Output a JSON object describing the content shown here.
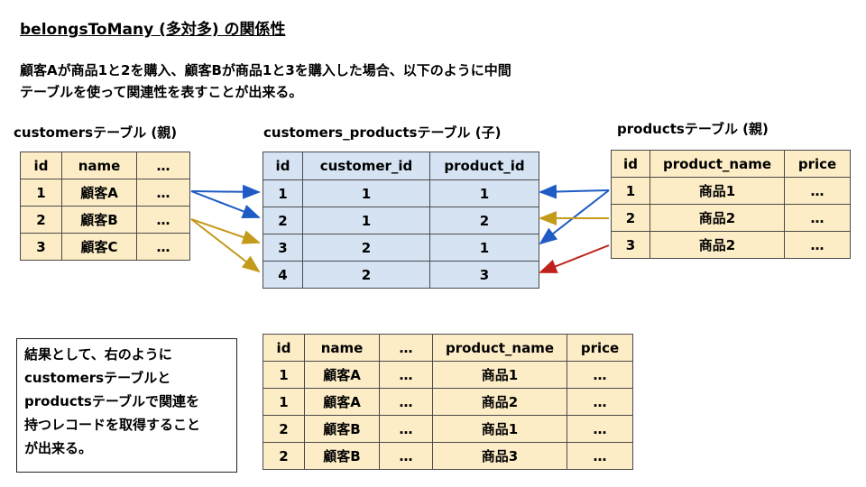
{
  "title": "belongsToMany (多対多) の関係性",
  "description": [
    "顧客Aが商品1と2を購入、顧客Bが商品1と3を購入した場合、以下のように中間",
    "テーブルを使って関連性を表すことが出来る。"
  ],
  "customers": {
    "label": "customersテーブル (親)",
    "headers": [
      "id",
      "name",
      "…"
    ],
    "rows": [
      [
        "1",
        "顧客A",
        "…"
      ],
      [
        "2",
        "顧客B",
        "…"
      ],
      [
        "3",
        "顧客C",
        "…"
      ]
    ]
  },
  "pivot": {
    "label": "customers_productsテーブル (子)",
    "headers": [
      "id",
      "customer_id",
      "product_id"
    ],
    "rows": [
      [
        "1",
        "1",
        "1"
      ],
      [
        "2",
        "1",
        "2"
      ],
      [
        "3",
        "2",
        "1"
      ],
      [
        "4",
        "2",
        "3"
      ]
    ]
  },
  "products": {
    "label": "productsテーブル (親)",
    "headers": [
      "id",
      "product_name",
      "price"
    ],
    "rows": [
      [
        "1",
        "商品1",
        "…"
      ],
      [
        "2",
        "商品2",
        "…"
      ],
      [
        "3",
        "商品2",
        "…"
      ]
    ]
  },
  "result": {
    "headers": [
      "id",
      "name",
      "…",
      "product_name",
      "price"
    ],
    "rows": [
      [
        "1",
        "顧客A",
        "…",
        "商品1",
        "…"
      ],
      [
        "1",
        "顧客A",
        "…",
        "商品2",
        "…"
      ],
      [
        "2",
        "顧客B",
        "…",
        "商品1",
        "…"
      ],
      [
        "2",
        "顧客B",
        "…",
        "商品3",
        "…"
      ]
    ]
  },
  "note": [
    "結果として、右のように",
    "customersテーブルと",
    "productsテーブルで関連を",
    "持つレコードを取得すること",
    "が出来る。"
  ],
  "colors": {
    "blue": "#1f5bc4",
    "gold": "#c49a1a",
    "red": "#c0201a",
    "yellow_cell": "#fdedc6",
    "blue_cell": "#d6e3f3"
  }
}
